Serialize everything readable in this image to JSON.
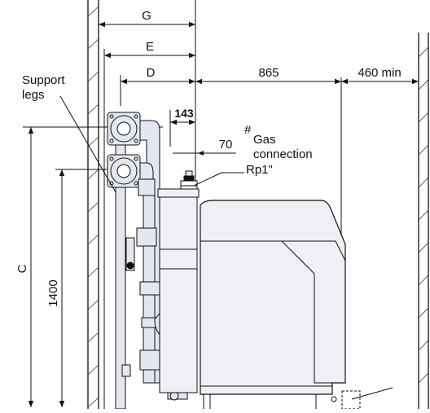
{
  "dimensions": {
    "g": "G",
    "e": "E",
    "d": "D",
    "width_865": "865",
    "clearance": "460 min",
    "offset_143": "143",
    "offset_70": "70",
    "height_c": "C",
    "height_1400": "1400"
  },
  "labels": {
    "support_legs_line1": "Support",
    "support_legs_line2": "legs",
    "gas_mark": "#",
    "gas_line1": "Gas",
    "gas_line2": "connection",
    "gas_line3": "Rp1\""
  },
  "colors": {
    "line": "#111111",
    "fill_boiler": "#eef0f5",
    "fill_pipe": "#e4e7ef",
    "wall_hatch": "#222222"
  }
}
